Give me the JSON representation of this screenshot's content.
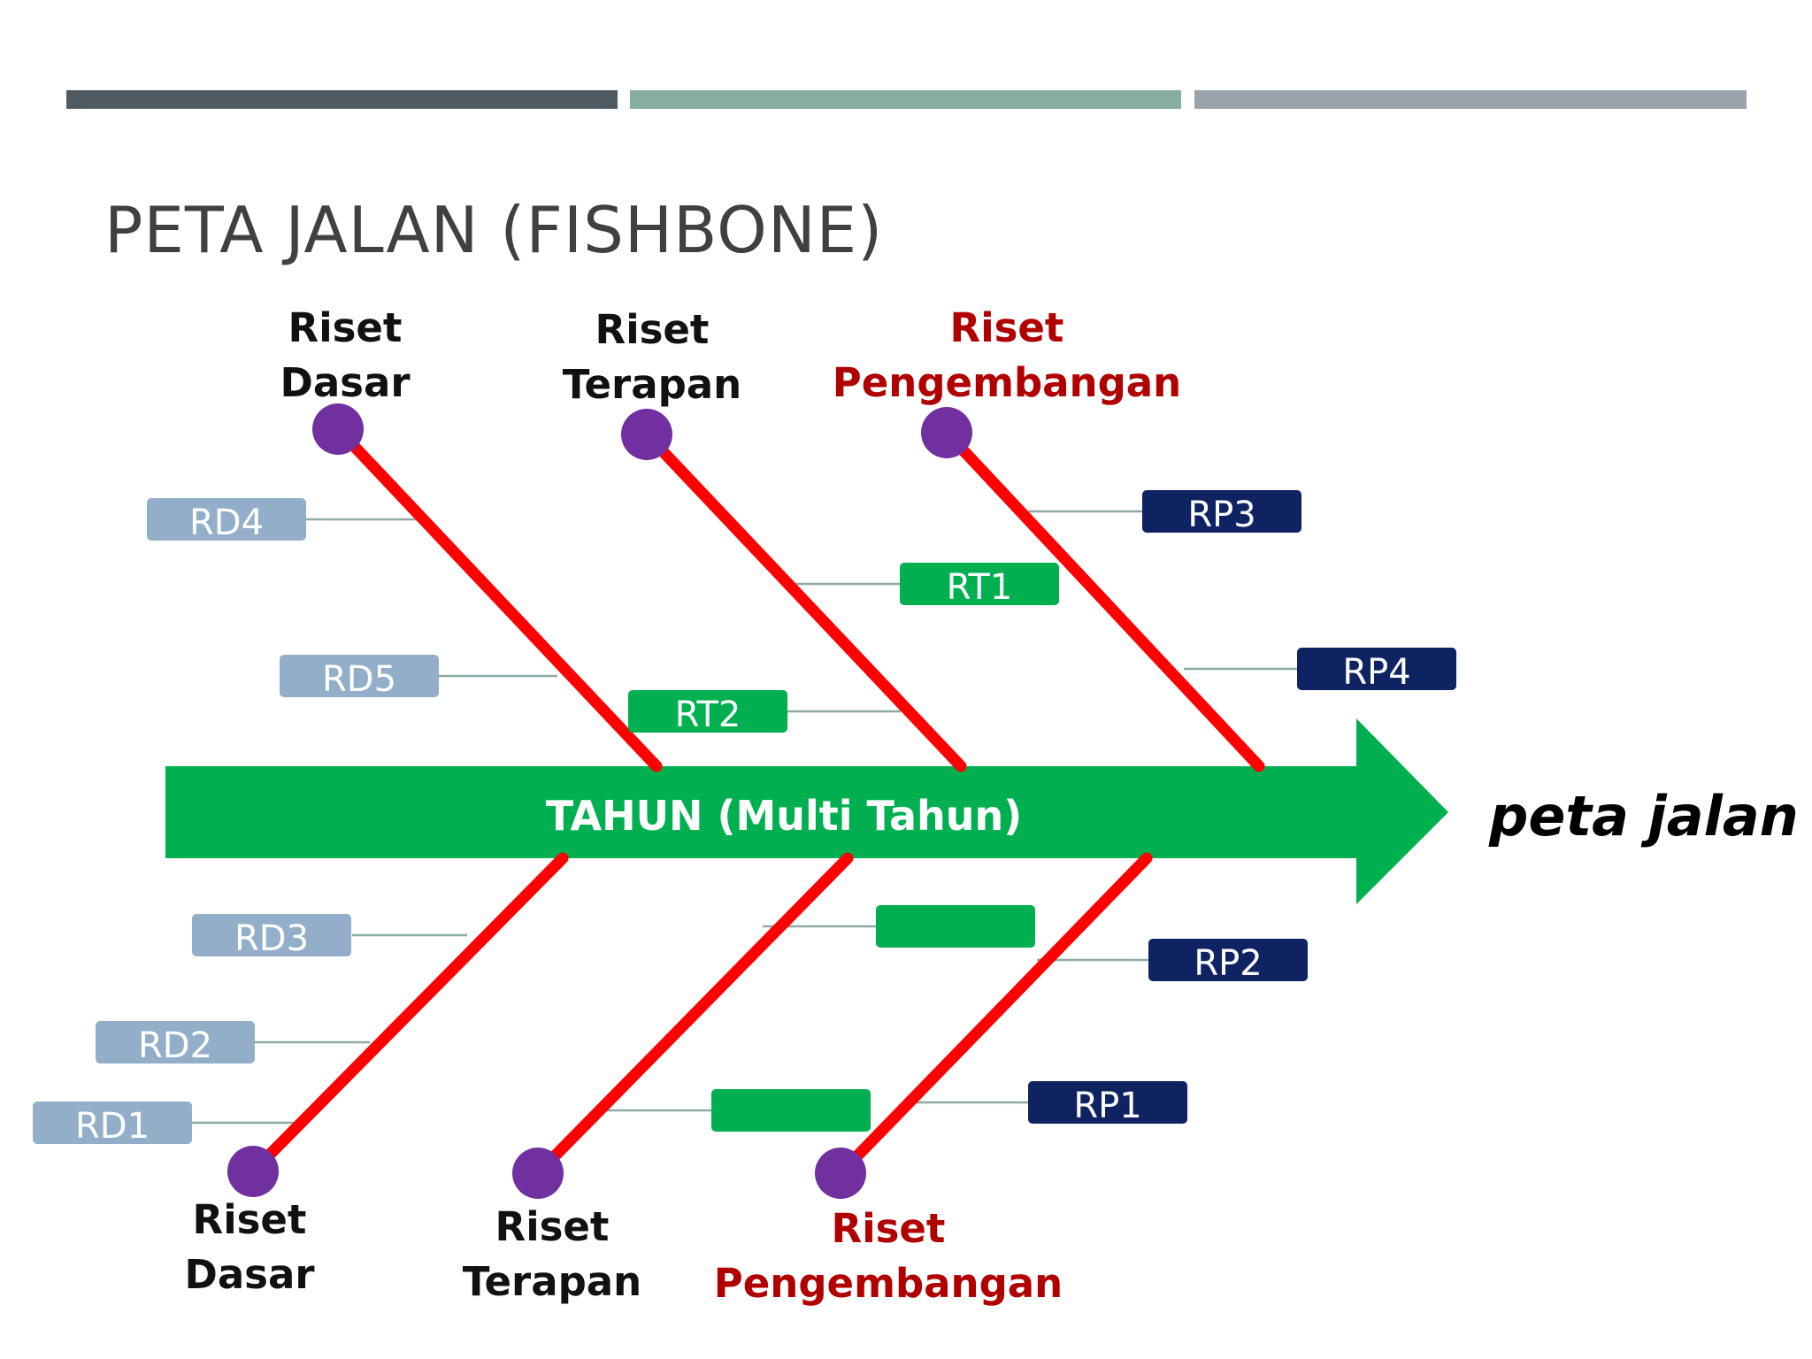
{
  "title": "PETA JALAN (FISHBONE)",
  "top_bar_colors": [
    "#4f5a63",
    "#86ad9f",
    "#9aa3ab"
  ],
  "spine": {
    "label": "TAHUN (Multi Tahun)",
    "color": "#00b050"
  },
  "output_label": "peta jalan",
  "category_labels": {
    "top_dasar": {
      "line1": "Riset",
      "line2": "Dasar"
    },
    "top_terapan": {
      "line1": "Riset",
      "line2": "Terapan"
    },
    "top_pengembangan": {
      "line1": "Riset",
      "line2": "Pengembangan"
    },
    "bottom_dasar": {
      "line1": "Riset",
      "line2": "Dasar"
    },
    "bottom_terapan": {
      "line1": "Riset",
      "line2": "Terapan"
    },
    "bottom_pengembangan": {
      "line1": "Riset",
      "line2": "Pengembangan"
    }
  },
  "colors": {
    "bone": "#ff0000",
    "endpoint": "#7030a0",
    "label_dark": "#111111",
    "label_red": "#b00000",
    "rd_box": "#93aec8",
    "rt_box": "#00b050",
    "rp_box": "#0f2363",
    "connector": "#8eaaa4"
  },
  "tags": {
    "rd4": "RD4",
    "rd5": "RD5",
    "rd3": "RD3",
    "rd2": "RD2",
    "rd1": "RD1",
    "rt1": "RT1",
    "rt2": "RT2",
    "rt_blank_1": "",
    "rt_blank_2": "",
    "rp3": "RP3",
    "rp4": "RP4",
    "rp2": "RP2",
    "rp1": "RP1"
  }
}
